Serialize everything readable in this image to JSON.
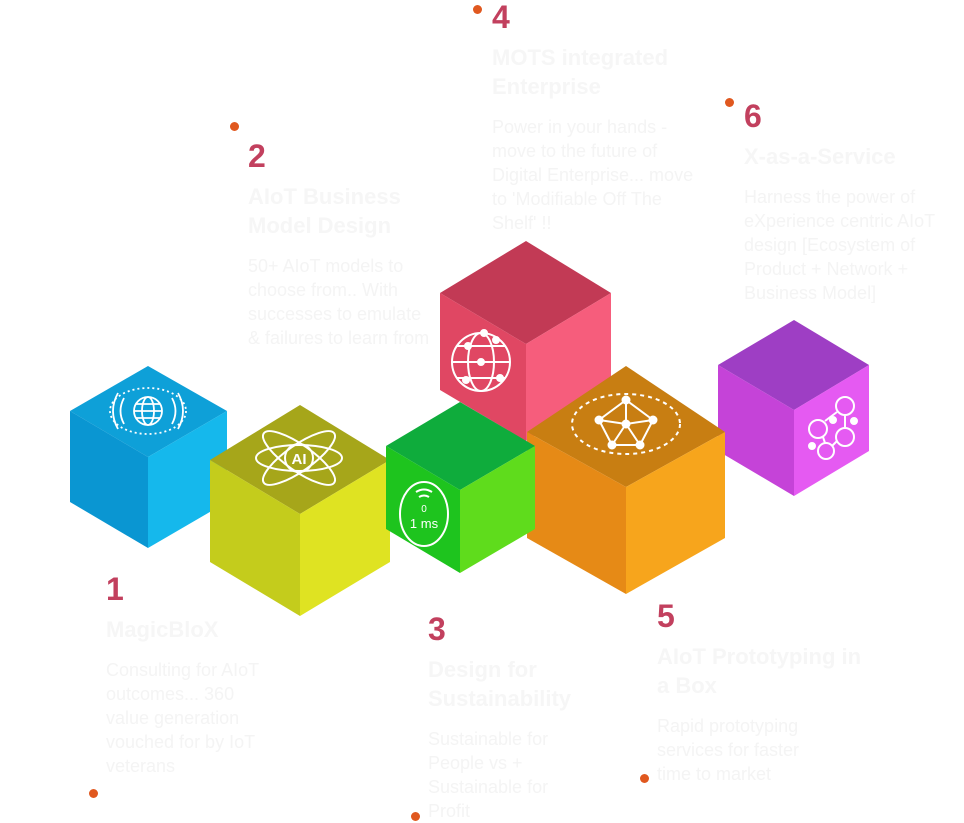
{
  "steps": [
    {
      "number": "1",
      "title": "MagicBloX",
      "desc": "Consulting for AIoT outcomes... 360 value generation vouched for by IoT veterans"
    },
    {
      "number": "2",
      "title": "AIoT Business Model Design",
      "desc": "50+ AIoT models to choose from.. With successes to emulate & failures to learn from"
    },
    {
      "number": "3",
      "title": "Design for Sustainability",
      "desc": "Sustainable for People vs + Sustainable for Profit"
    },
    {
      "number": "4",
      "title": "MOTS integrated Enterprise",
      "desc": "Power in your hands - move to the future of Digital Enterprise... move to 'Modifiable Off The Shelf' !!"
    },
    {
      "number": "5",
      "title": "AIoT Prototyping in a Box",
      "desc": "Rapid prototyping services for faster time to market"
    },
    {
      "number": "6",
      "title": "X-as-a-Service",
      "desc": "Harness the power of eXperience centric AIoT design [Ecosystem of Product + Network + Business Model]"
    }
  ],
  "cubes": [
    {
      "icon": "globe-signal-icon",
      "top": "#0ea0d8",
      "left": "#0a96d2",
      "right": "#15b8ec"
    },
    {
      "icon": "ai-atom-icon",
      "top": "#a6a61a",
      "left": "#c4cc1c",
      "right": "#dfe322"
    },
    {
      "icon": "latency-1ms-icon",
      "top": "#0fac3c",
      "left": "#1ec41e",
      "right": "#5fdc1c"
    },
    {
      "icon": "network-globe-icon",
      "top": "#c23a55",
      "left": "#e04763",
      "right": "#f65d7c"
    },
    {
      "icon": "neural-network-icon",
      "top": "#c87e12",
      "left": "#e68a16",
      "right": "#f7a51c"
    },
    {
      "icon": "people-network-icon",
      "top": "#9e3ec4",
      "left": "#c543d8",
      "right": "#e55af2"
    }
  ],
  "icon_labels": {
    "ai": "AI",
    "latency_top": "0",
    "latency": "1 ms"
  },
  "colors": {
    "accent": "#c2405e",
    "dot": "#e0581f"
  }
}
